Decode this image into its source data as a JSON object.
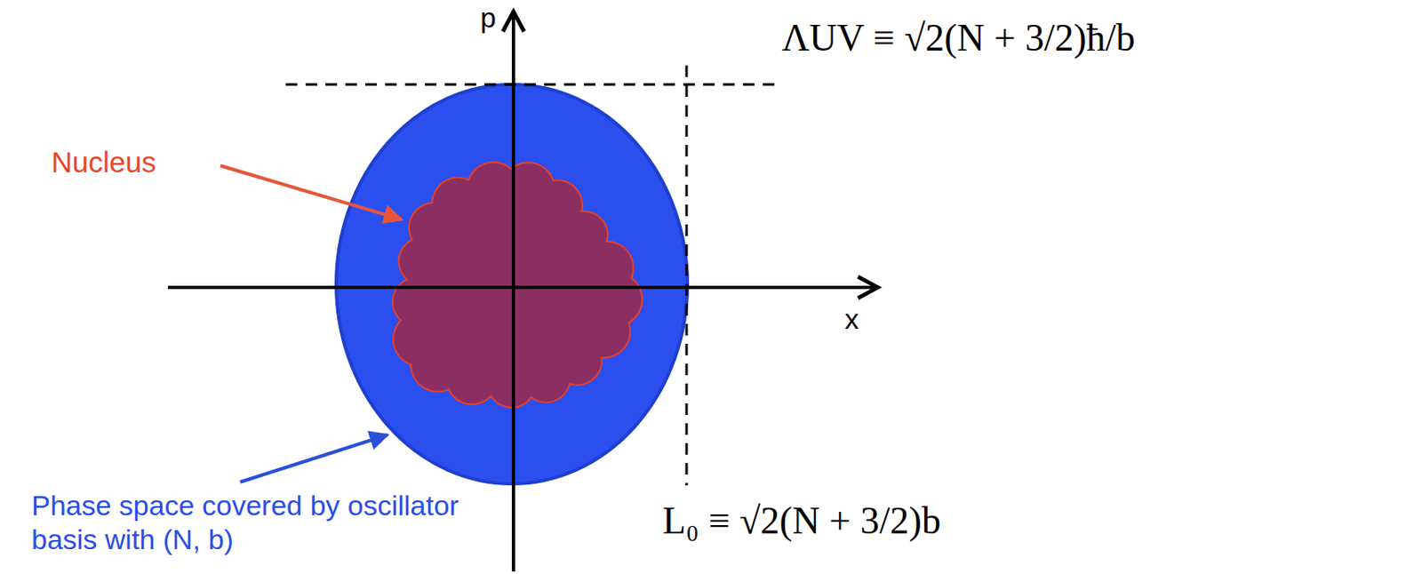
{
  "diagram": {
    "labels": [
      "p",
      "x",
      "Nucleus",
      "Phase space covered by oscillator basis with (N, b)",
      "ΛUV ≡ √2(N + 3/2)ħ/b",
      "L₀ ≡ √2(N + 3/2)b"
    ]
  }
}
